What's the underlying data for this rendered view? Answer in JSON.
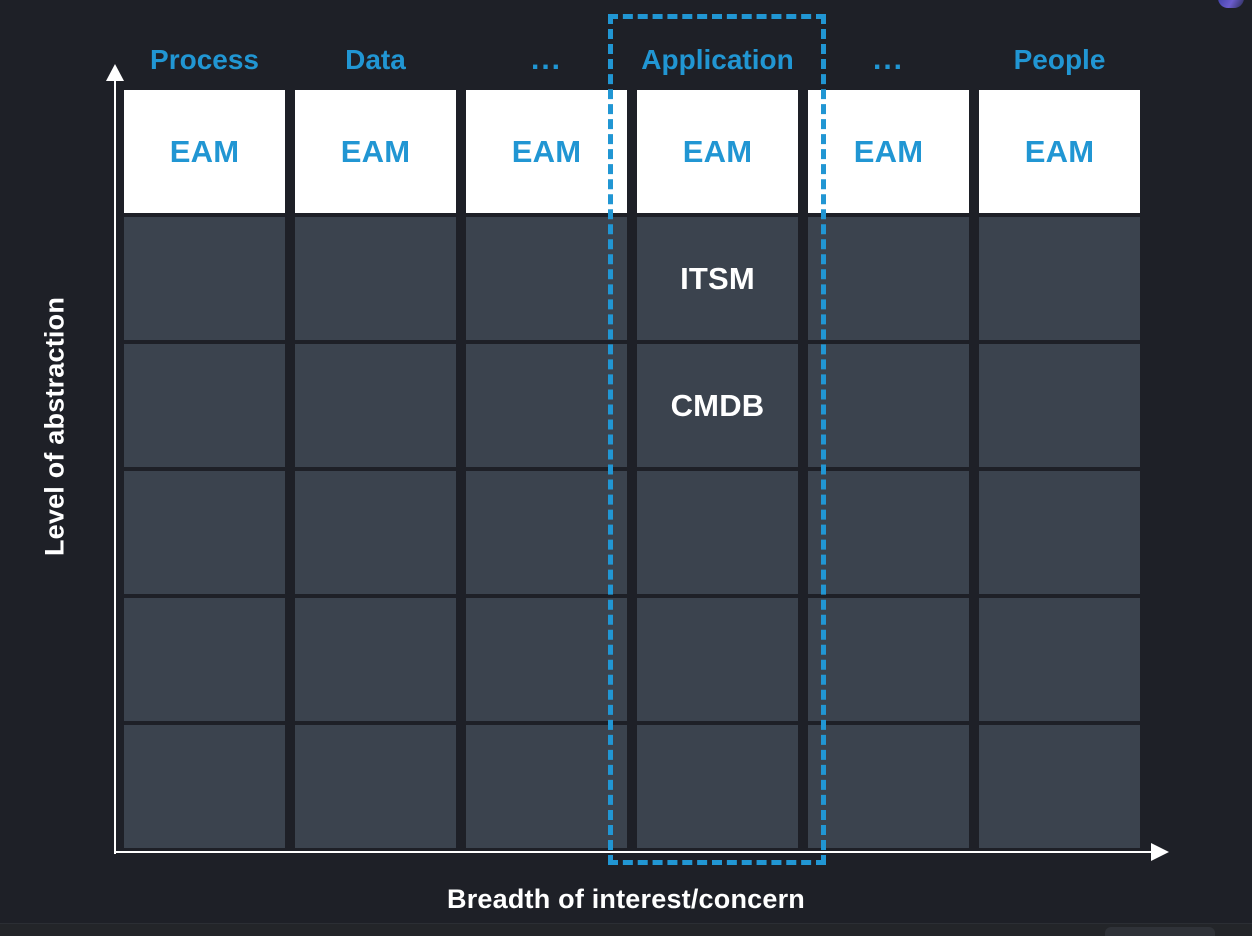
{
  "axes": {
    "y_label": "Level of abstraction",
    "x_label": "Breadth of interest/concern",
    "accent_color": "#2196d3",
    "axis_color": "#ffffff"
  },
  "columns": [
    {
      "label": "Process",
      "type": "name"
    },
    {
      "label": "Data",
      "type": "name"
    },
    {
      "label": "...",
      "type": "ellipsis"
    },
    {
      "label": "Application",
      "type": "name"
    },
    {
      "label": "...",
      "type": "ellipsis"
    },
    {
      "label": "People",
      "type": "name"
    }
  ],
  "grid": {
    "rows": [
      {
        "cells": [
          "EAM",
          "EAM",
          "EAM",
          "EAM",
          "EAM",
          "EAM"
        ],
        "style": "top"
      },
      {
        "cells": [
          "",
          "",
          "",
          "ITSM",
          "",
          ""
        ],
        "style": "normal"
      },
      {
        "cells": [
          "",
          "",
          "",
          "CMDB",
          "",
          ""
        ],
        "style": "normal"
      },
      {
        "cells": [
          "",
          "",
          "",
          "",
          "",
          ""
        ],
        "style": "normal"
      },
      {
        "cells": [
          "",
          "",
          "",
          "",
          "",
          ""
        ],
        "style": "normal"
      },
      {
        "cells": [
          "",
          "",
          "",
          "",
          "",
          ""
        ],
        "style": "normal"
      }
    ]
  },
  "highlight": {
    "column": "Application",
    "border_color": "#2196d3",
    "style": "dashed"
  },
  "theme": {
    "background": "#1e2027",
    "cell_fill": "#3b434e",
    "top_cell_fill": "#ffffff",
    "text_color": "#ffffff"
  }
}
